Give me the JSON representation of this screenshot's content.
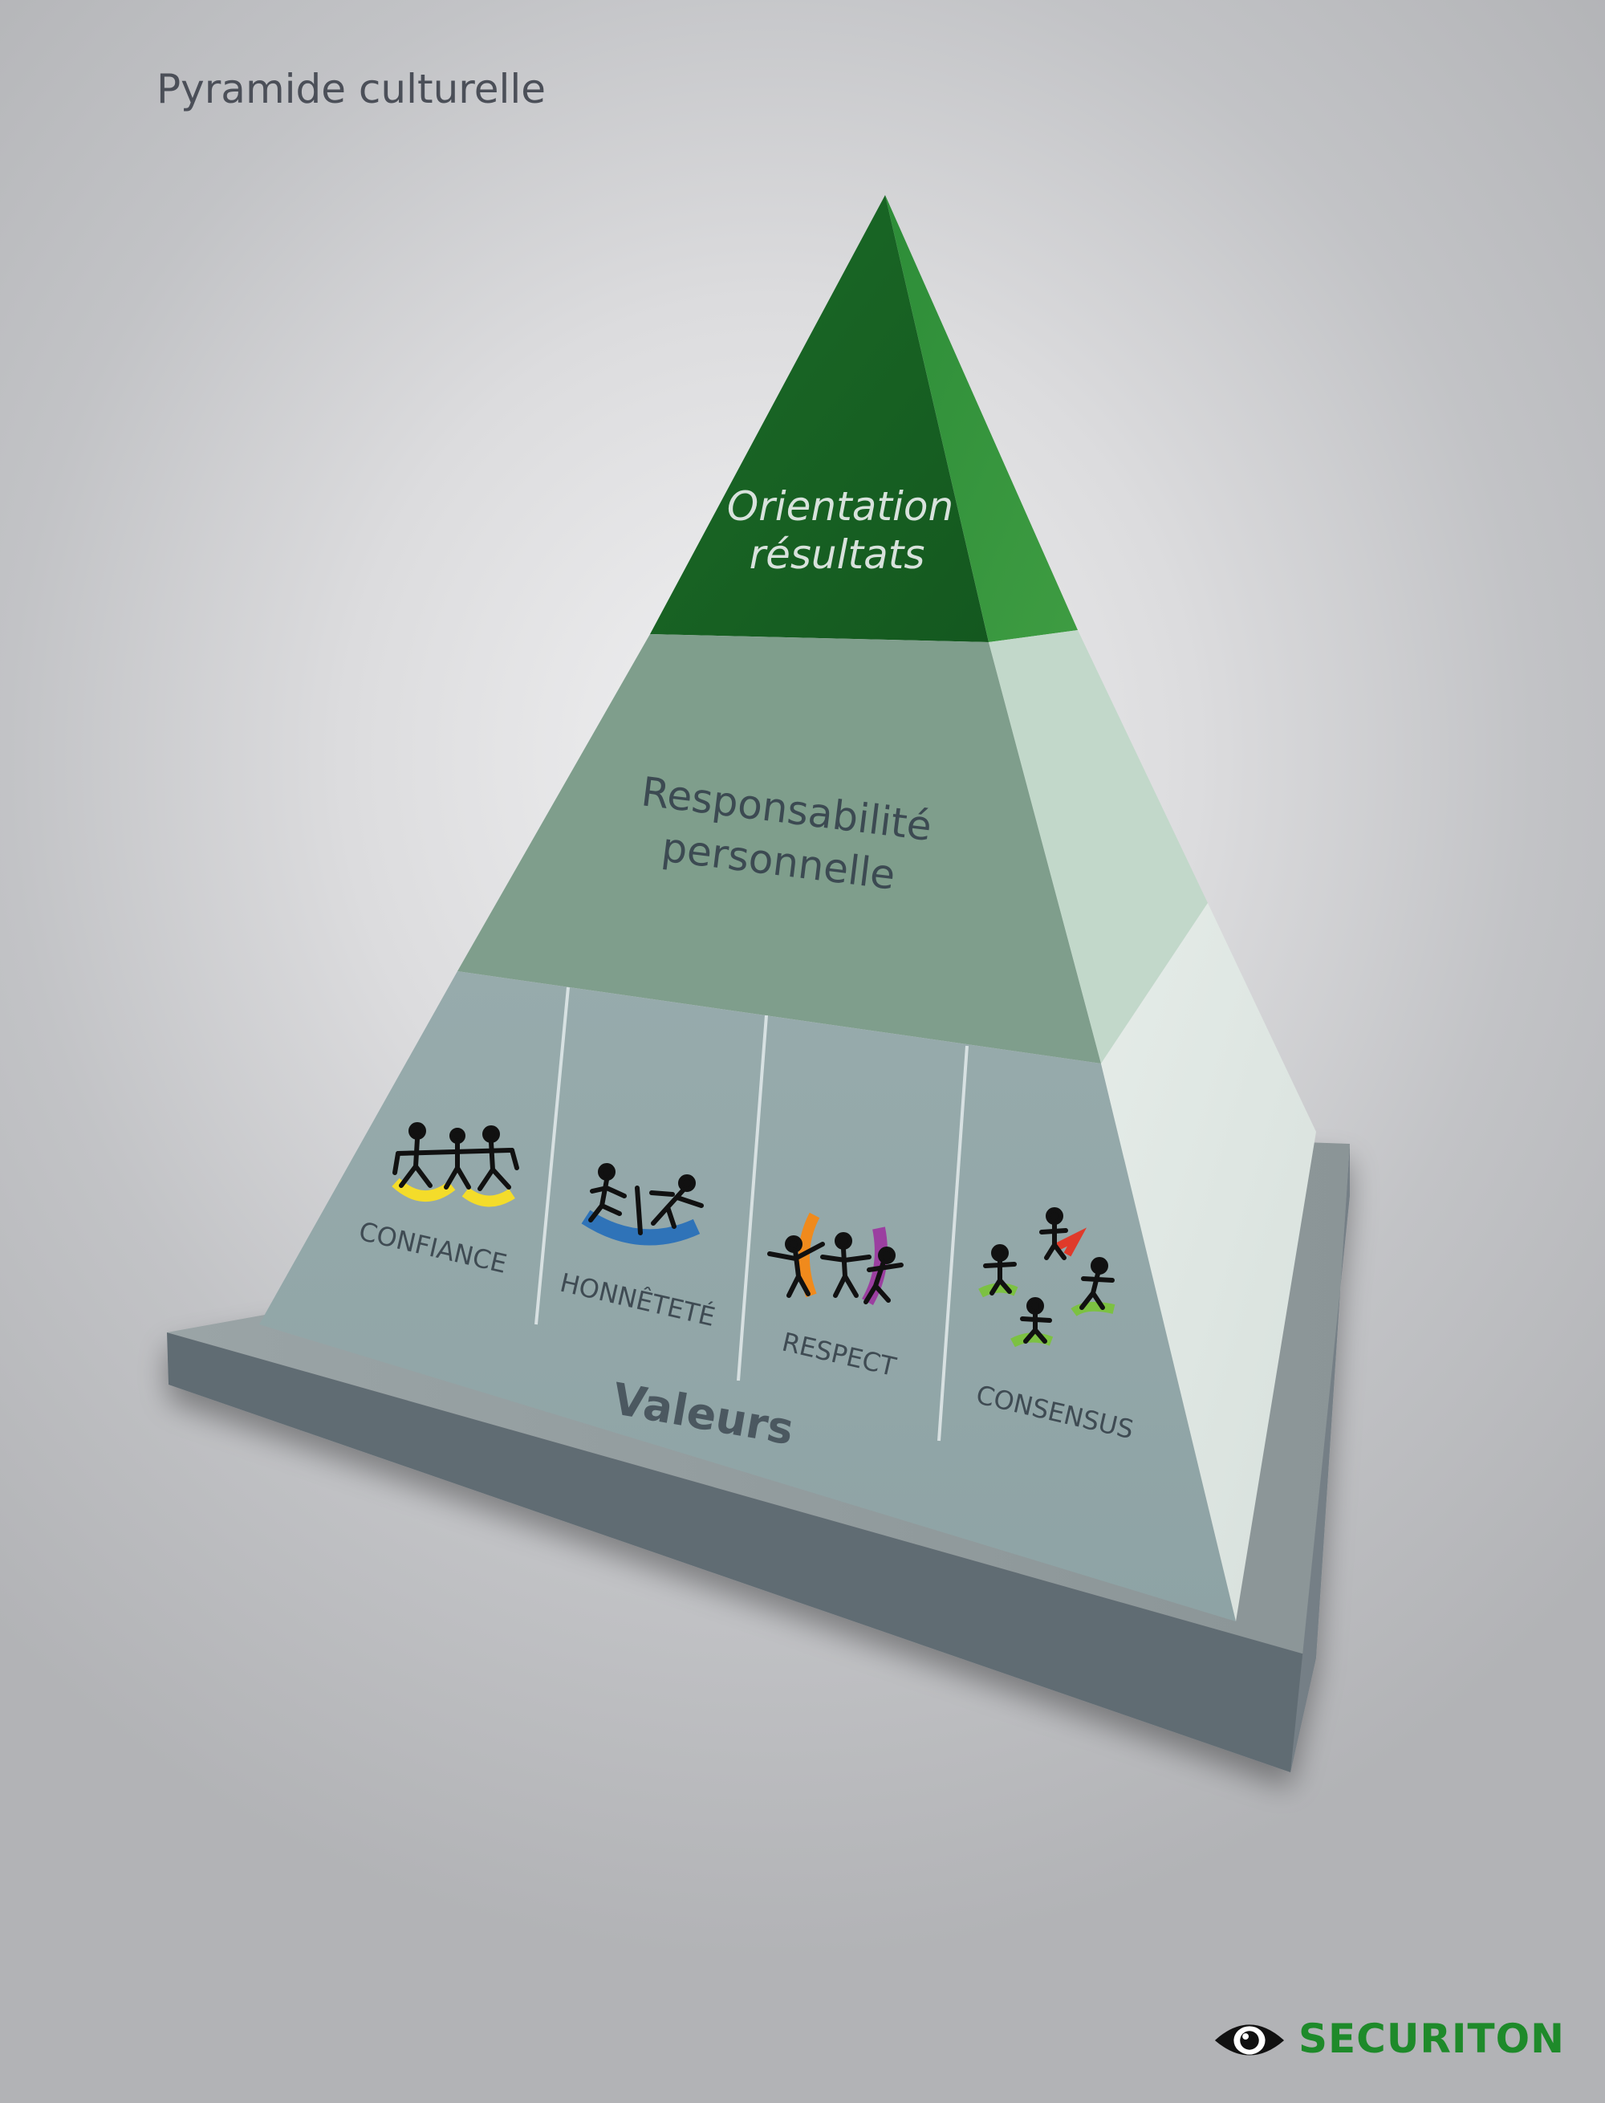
{
  "page_title": "Pyramide culturelle",
  "tiers": {
    "top": {
      "line1": "Orientation",
      "line2": "résultats"
    },
    "middle": {
      "line1": "Responsabilité",
      "line2": "personnelle"
    },
    "base": {
      "label": "Valeurs"
    }
  },
  "values": [
    {
      "label": "CONFIANCE",
      "icon": "balance-people-icon",
      "accent": "#f4dc2a"
    },
    {
      "label": "HONNÊTETÉ",
      "icon": "boat-people-icon",
      "accent": "#2f73b8"
    },
    {
      "label": "RESPECT",
      "icon": "dancing-people-icon",
      "accent": "#f08a1c"
    },
    {
      "label": "CONSENSUS",
      "icon": "group-circle-icon",
      "accent": "#7cc142"
    }
  ],
  "brand": {
    "name": "SECURITON",
    "icon": "eye-icon",
    "color": "#1e8a2a"
  },
  "colors": {
    "top_tier": "#1c6a2a",
    "middle_tier": "#7f9e8c",
    "base_tier": "#93a7a8",
    "platform": "#66717a"
  }
}
